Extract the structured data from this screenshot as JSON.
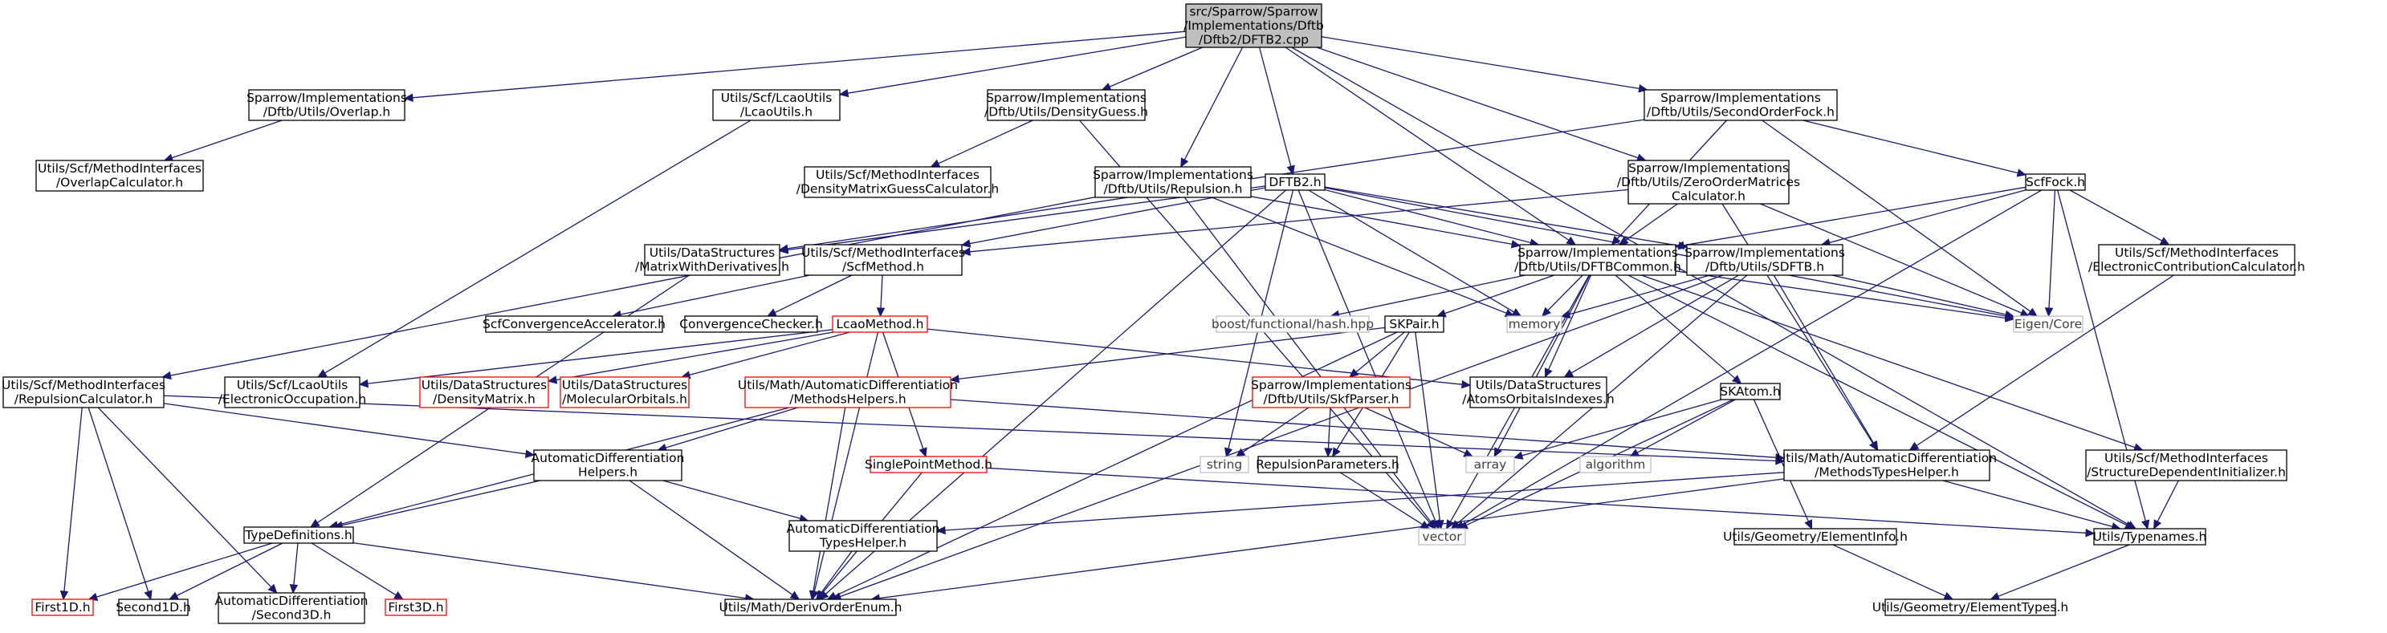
{
  "colors": {
    "edge": "#191970",
    "root_fill": "#bfbfbf",
    "root_stroke": "#000000",
    "normal_stroke": "#000000",
    "missing_stroke": "#ff0000",
    "system_stroke": "#bfbfbf",
    "system_text": "#404040",
    "text": "#000000"
  },
  "nodes": [
    {
      "id": "root",
      "kind": "root",
      "lines": [
        "src/Sparrow/Sparrow",
        "/Implementations/Dftb",
        "/Dftb2/DFTB2.cpp"
      ]
    },
    {
      "id": "overlap",
      "kind": "normal",
      "lines": [
        "Sparrow/Implementations",
        "/Dftb/Utils/Overlap.h"
      ]
    },
    {
      "id": "lcaoutils_scf",
      "kind": "normal",
      "lines": [
        "Utils/Scf/LcaoUtils",
        "/LcaoUtils.h"
      ]
    },
    {
      "id": "densityguess",
      "kind": "normal",
      "lines": [
        "Sparrow/Implementations",
        "/Dftb/Utils/DensityGuess.h"
      ]
    },
    {
      "id": "secondorderfock",
      "kind": "normal",
      "lines": [
        "Sparrow/Implementations",
        "/Dftb/Utils/SecondOrderFock.h"
      ]
    },
    {
      "id": "overlapcalc",
      "kind": "normal",
      "lines": [
        "Utils/Scf/MethodInterfaces",
        "/OverlapCalculator.h"
      ]
    },
    {
      "id": "densitymatrixguess",
      "kind": "normal",
      "lines": [
        "Utils/Scf/MethodInterfaces",
        "/DensityMatrixGuessCalculator.h"
      ]
    },
    {
      "id": "repulsion",
      "kind": "normal",
      "lines": [
        "Sparrow/Implementations",
        "/Dftb/Utils/Repulsion.h"
      ]
    },
    {
      "id": "dftb2h",
      "kind": "normal",
      "lines": [
        "DFTB2.h"
      ]
    },
    {
      "id": "zeroorder",
      "kind": "normal",
      "lines": [
        "Sparrow/Implementations",
        "/Dftb/Utils/ZeroOrderMatrices",
        "Calculator.h"
      ]
    },
    {
      "id": "scffock",
      "kind": "normal",
      "lines": [
        "ScfFock.h"
      ]
    },
    {
      "id": "matrixwithderiv",
      "kind": "normal",
      "lines": [
        "Utils/DataStructures",
        "/MatrixWithDerivatives.h"
      ]
    },
    {
      "id": "scfmethod",
      "kind": "normal",
      "lines": [
        "Utils/Scf/MethodInterfaces",
        "/ScfMethod.h"
      ]
    },
    {
      "id": "dftbcommon",
      "kind": "normal",
      "lines": [
        "Sparrow/Implementations",
        "/Dftb/Utils/DFTBCommon.h"
      ]
    },
    {
      "id": "sdftb",
      "kind": "normal",
      "lines": [
        "Sparrow/Implementations",
        "/Dftb/Utils/SDFTB.h"
      ]
    },
    {
      "id": "electroncontrib",
      "kind": "normal",
      "lines": [
        "Utils/Scf/MethodInterfaces",
        "/ElectronicContributionCalculator.h"
      ]
    },
    {
      "id": "scfconvacc",
      "kind": "normal",
      "lines": [
        "ScfConvergenceAccelerator.h"
      ]
    },
    {
      "id": "convchecker",
      "kind": "normal",
      "lines": [
        "ConvergenceChecker.h"
      ]
    },
    {
      "id": "lcaomethod",
      "kind": "missing",
      "lines": [
        "LcaoMethod.h"
      ]
    },
    {
      "id": "hashhpp",
      "kind": "system",
      "lines": [
        "boost/functional/hash.hpp"
      ]
    },
    {
      "id": "memory",
      "kind": "system",
      "lines": [
        "memory"
      ]
    },
    {
      "id": "skpair",
      "kind": "normal",
      "lines": [
        "SKPair.h"
      ]
    },
    {
      "id": "eigencore",
      "kind": "system",
      "lines": [
        "Eigen/Core"
      ]
    },
    {
      "id": "repulsioncalc",
      "kind": "normal",
      "lines": [
        "Utils/Scf/MethodInterfaces",
        "/RepulsionCalculator.h"
      ]
    },
    {
      "id": "lcaoutils_occ",
      "kind": "normal",
      "lines": [
        "Utils/Scf/LcaoUtils",
        "/ElectronicOccupation.h"
      ]
    },
    {
      "id": "densitymatrix",
      "kind": "missing",
      "lines": [
        "Utils/DataStructures",
        "/DensityMatrix.h"
      ]
    },
    {
      "id": "molecularorbitals",
      "kind": "missing",
      "lines": [
        "Utils/DataStructures",
        "/MolecularOrbitals.h"
      ]
    },
    {
      "id": "methodshelpers",
      "kind": "missing",
      "lines": [
        "Utils/Math/AutomaticDifferentiation",
        "/MethodsHelpers.h"
      ]
    },
    {
      "id": "skfparser",
      "kind": "missing",
      "lines": [
        "Sparrow/Implementations",
        "/Dftb/Utils/SkfParser.h"
      ]
    },
    {
      "id": "atomsorbitals",
      "kind": "normal",
      "lines": [
        "Utils/DataStructures",
        "/AtomsOrbitalsIndexes.h"
      ]
    },
    {
      "id": "skatom",
      "kind": "normal",
      "lines": [
        "SKAtom.h"
      ]
    },
    {
      "id": "string",
      "kind": "system",
      "lines": [
        "string"
      ]
    },
    {
      "id": "repulsionparams",
      "kind": "normal",
      "lines": [
        "RepulsionParameters.h"
      ]
    },
    {
      "id": "array",
      "kind": "system",
      "lines": [
        "array"
      ]
    },
    {
      "id": "algorithm",
      "kind": "system",
      "lines": [
        "algorithm"
      ]
    },
    {
      "id": "singlepoint",
      "kind": "missing",
      "lines": [
        "SinglePointMethod.h"
      ]
    },
    {
      "id": "adhelpers",
      "kind": "normal",
      "lines": [
        "AutomaticDifferentiation",
        "Helpers.h"
      ]
    },
    {
      "id": "methodstypeshelper",
      "kind": "normal",
      "lines": [
        "Utils/Math/AutomaticDifferentiation",
        "/MethodsTypesHelper.h"
      ]
    },
    {
      "id": "structuredep",
      "kind": "normal",
      "lines": [
        "Utils/Scf/MethodInterfaces",
        "/StructureDependentInitializer.h"
      ]
    },
    {
      "id": "typedefinitions",
      "kind": "normal",
      "lines": [
        "TypeDefinitions.h"
      ]
    },
    {
      "id": "adtypeshelper",
      "kind": "normal",
      "lines": [
        "AutomaticDifferentiation",
        "TypesHelper.h"
      ]
    },
    {
      "id": "vector",
      "kind": "system",
      "lines": [
        "vector"
      ]
    },
    {
      "id": "elementinfo",
      "kind": "normal",
      "lines": [
        "Utils/Geometry/ElementInfo.h"
      ]
    },
    {
      "id": "typenames",
      "kind": "normal",
      "lines": [
        "Utils/Typenames.h"
      ]
    },
    {
      "id": "first1d",
      "kind": "missing",
      "lines": [
        "First1D.h"
      ]
    },
    {
      "id": "second1d",
      "kind": "normal",
      "lines": [
        "Second1D.h"
      ]
    },
    {
      "id": "second3d",
      "kind": "normal",
      "lines": [
        "AutomaticDifferentiation",
        "/Second3D.h"
      ]
    },
    {
      "id": "first3d",
      "kind": "missing",
      "lines": [
        "First3D.h"
      ]
    },
    {
      "id": "derivorder",
      "kind": "normal",
      "lines": [
        "Utils/Math/DerivOrderEnum.h"
      ]
    },
    {
      "id": "elementtypes",
      "kind": "normal",
      "lines": [
        "Utils/Geometry/ElementTypes.h"
      ]
    }
  ],
  "edges": [
    [
      "root",
      "overlap"
    ],
    [
      "root",
      "lcaoutils_scf"
    ],
    [
      "root",
      "densityguess"
    ],
    [
      "root",
      "repulsion"
    ],
    [
      "root",
      "dftb2h"
    ],
    [
      "root",
      "dftbcommon"
    ],
    [
      "root",
      "zeroorder"
    ],
    [
      "root",
      "secondorderfock"
    ],
    [
      "root",
      "typenames"
    ],
    [
      "overlap",
      "overlapcalc"
    ],
    [
      "lcaoutils_scf",
      "lcaoutils_occ"
    ],
    [
      "densityguess",
      "densitymatrixguess"
    ],
    [
      "densityguess",
      "vector"
    ],
    [
      "secondorderfock",
      "matrixwithderiv"
    ],
    [
      "secondorderfock",
      "dftbcommon"
    ],
    [
      "secondorderfock",
      "scffock"
    ],
    [
      "secondorderfock",
      "eigencore"
    ],
    [
      "repulsion",
      "repulsioncalc"
    ],
    [
      "repulsion",
      "dftbcommon"
    ],
    [
      "repulsion",
      "memory"
    ],
    [
      "repulsion",
      "vector"
    ],
    [
      "dftb2h",
      "matrixwithderiv"
    ],
    [
      "dftb2h",
      "scfmethod"
    ],
    [
      "dftb2h",
      "dftbcommon"
    ],
    [
      "dftb2h",
      "sdftb"
    ],
    [
      "dftb2h",
      "eigencore"
    ],
    [
      "dftb2h",
      "memory"
    ],
    [
      "dftb2h",
      "string"
    ],
    [
      "dftb2h",
      "vector"
    ],
    [
      "dftb2h",
      "derivorder"
    ],
    [
      "zeroorder",
      "scfmethod"
    ],
    [
      "zeroorder",
      "dftbcommon"
    ],
    [
      "zeroorder",
      "eigencore"
    ],
    [
      "zeroorder",
      "methodstypeshelper"
    ],
    [
      "scffock",
      "sdftb"
    ],
    [
      "scffock",
      "dftbcommon"
    ],
    [
      "scffock",
      "electroncontrib"
    ],
    [
      "scffock",
      "eigencore"
    ],
    [
      "scffock",
      "typenames"
    ],
    [
      "scffock",
      "vector"
    ],
    [
      "matrixwithderiv",
      "typedefinitions"
    ],
    [
      "scfmethod",
      "scfconvacc"
    ],
    [
      "scfmethod",
      "convchecker"
    ],
    [
      "scfmethod",
      "lcaomethod"
    ],
    [
      "dftbcommon",
      "hashhpp"
    ],
    [
      "dftbcommon",
      "memory"
    ],
    [
      "dftbcommon",
      "skpair"
    ],
    [
      "dftbcommon",
      "eigencore"
    ],
    [
      "dftbcommon",
      "atomsorbitals"
    ],
    [
      "dftbcommon",
      "skatom"
    ],
    [
      "dftbcommon",
      "array"
    ],
    [
      "dftbcommon",
      "vector"
    ],
    [
      "dftbcommon",
      "structuredep"
    ],
    [
      "dftbcommon",
      "typenames"
    ],
    [
      "sdftb",
      "memory"
    ],
    [
      "sdftb",
      "eigencore"
    ],
    [
      "sdftb",
      "atomsorbitals"
    ],
    [
      "sdftb",
      "methodstypeshelper"
    ],
    [
      "sdftb",
      "vector"
    ],
    [
      "sdftb",
      "derivorder"
    ],
    [
      "electroncontrib",
      "methodstypeshelper"
    ],
    [
      "lcaomethod",
      "lcaoutils_occ"
    ],
    [
      "lcaomethod",
      "densitymatrix"
    ],
    [
      "lcaomethod",
      "molecularorbitals"
    ],
    [
      "lcaomethod",
      "atomsorbitals"
    ],
    [
      "lcaomethod",
      "singlepoint"
    ],
    [
      "lcaomethod",
      "derivorder"
    ],
    [
      "skpair",
      "methodshelpers"
    ],
    [
      "skpair",
      "skfparser"
    ],
    [
      "skpair",
      "repulsionparams"
    ],
    [
      "skpair",
      "vector"
    ],
    [
      "skpair",
      "derivorder"
    ],
    [
      "repulsioncalc",
      "adhelpers"
    ],
    [
      "repulsioncalc",
      "methodstypeshelper"
    ],
    [
      "repulsioncalc",
      "first1d"
    ],
    [
      "repulsioncalc",
      "second1d"
    ],
    [
      "repulsioncalc",
      "second3d"
    ],
    [
      "methodshelpers",
      "adhelpers"
    ],
    [
      "methodshelpers",
      "methodstypeshelper"
    ],
    [
      "methodshelpers",
      "typedefinitions"
    ],
    [
      "methodshelpers",
      "derivorder"
    ],
    [
      "skfparser",
      "string"
    ],
    [
      "skfparser",
      "repulsionparams"
    ],
    [
      "skfparser",
      "array"
    ],
    [
      "skatom",
      "array"
    ],
    [
      "skatom",
      "algorithm"
    ],
    [
      "skatom",
      "vector"
    ],
    [
      "skatom",
      "elementinfo"
    ],
    [
      "repulsionparams",
      "vector"
    ],
    [
      "singlepoint",
      "typenames"
    ],
    [
      "singlepoint",
      "derivorder"
    ],
    [
      "adhelpers",
      "typedefinitions"
    ],
    [
      "adhelpers",
      "adtypeshelper"
    ],
    [
      "adhelpers",
      "derivorder"
    ],
    [
      "methodstypeshelper",
      "adtypeshelper"
    ],
    [
      "methodstypeshelper",
      "typenames"
    ],
    [
      "methodstypeshelper",
      "derivorder"
    ],
    [
      "structuredep",
      "typenames"
    ],
    [
      "typedefinitions",
      "first1d"
    ],
    [
      "typedefinitions",
      "second1d"
    ],
    [
      "typedefinitions",
      "second3d"
    ],
    [
      "typedefinitions",
      "first3d"
    ],
    [
      "typedefinitions",
      "derivorder"
    ],
    [
      "adtypeshelper",
      "derivorder"
    ],
    [
      "elementinfo",
      "elementtypes"
    ],
    [
      "typenames",
      "elementtypes"
    ]
  ]
}
